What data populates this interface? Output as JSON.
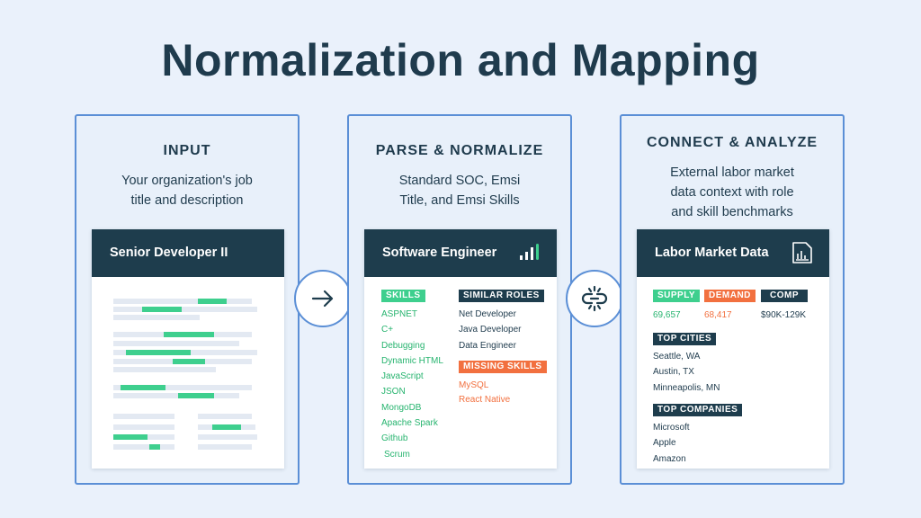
{
  "title": "Normalization and Mapping",
  "panels": [
    {
      "heading": "INPUT",
      "desc": [
        "Your organization's job",
        "title and description"
      ],
      "card_title": "Senior Developer II"
    },
    {
      "heading": "PARSE & NORMALIZE",
      "desc": [
        "Standard SOC, Emsi",
        "Title, and Emsi Skills"
      ],
      "card_title": "Software Engineer",
      "skills_label": "SKILLS",
      "skills": [
        "ASPNET",
        "C+",
        "Debugging",
        "Dynamic HTML",
        "JavaScript",
        "JSON",
        "MongoDB",
        "Apache Spark",
        "Github",
        "Scrum"
      ],
      "similar_label": "SIMILAR ROLES",
      "similar": [
        "Net Developer",
        "Java Developer",
        "Data Engineer"
      ],
      "missing_label": "MISSING SKILLS",
      "missing": [
        "MySQL",
        "React Native"
      ]
    },
    {
      "heading": "CONNECT & ANALYZE",
      "desc": [
        "External labor market",
        "data context with role",
        "and skill benchmarks"
      ],
      "card_title": "Labor Market Data",
      "supply_label": "SUPPLY",
      "supply_value": "69,657",
      "demand_label": "DEMAND",
      "demand_value": "68,417",
      "comp_label": "COMP",
      "comp_value": "$90K-129K",
      "cities_label": "TOP CITIES",
      "cities": [
        "Seattle, WA",
        "Austin, TX",
        "Minneapolis, MN"
      ],
      "companies_label": "TOP COMPANIES",
      "companies": [
        "Microsoft",
        "Apple",
        "Amazon"
      ]
    }
  ],
  "icons": {
    "arrow": "arrow-right-icon",
    "link": "broken-link-icon",
    "bars": "signal-bars-icon",
    "chart": "chart-document-icon"
  },
  "colors": {
    "navy": "#1e3d4d",
    "green": "#3ecf8e",
    "orange": "#f2703f",
    "blue_border": "#5b8fd6",
    "background": "#eaf1fb"
  }
}
